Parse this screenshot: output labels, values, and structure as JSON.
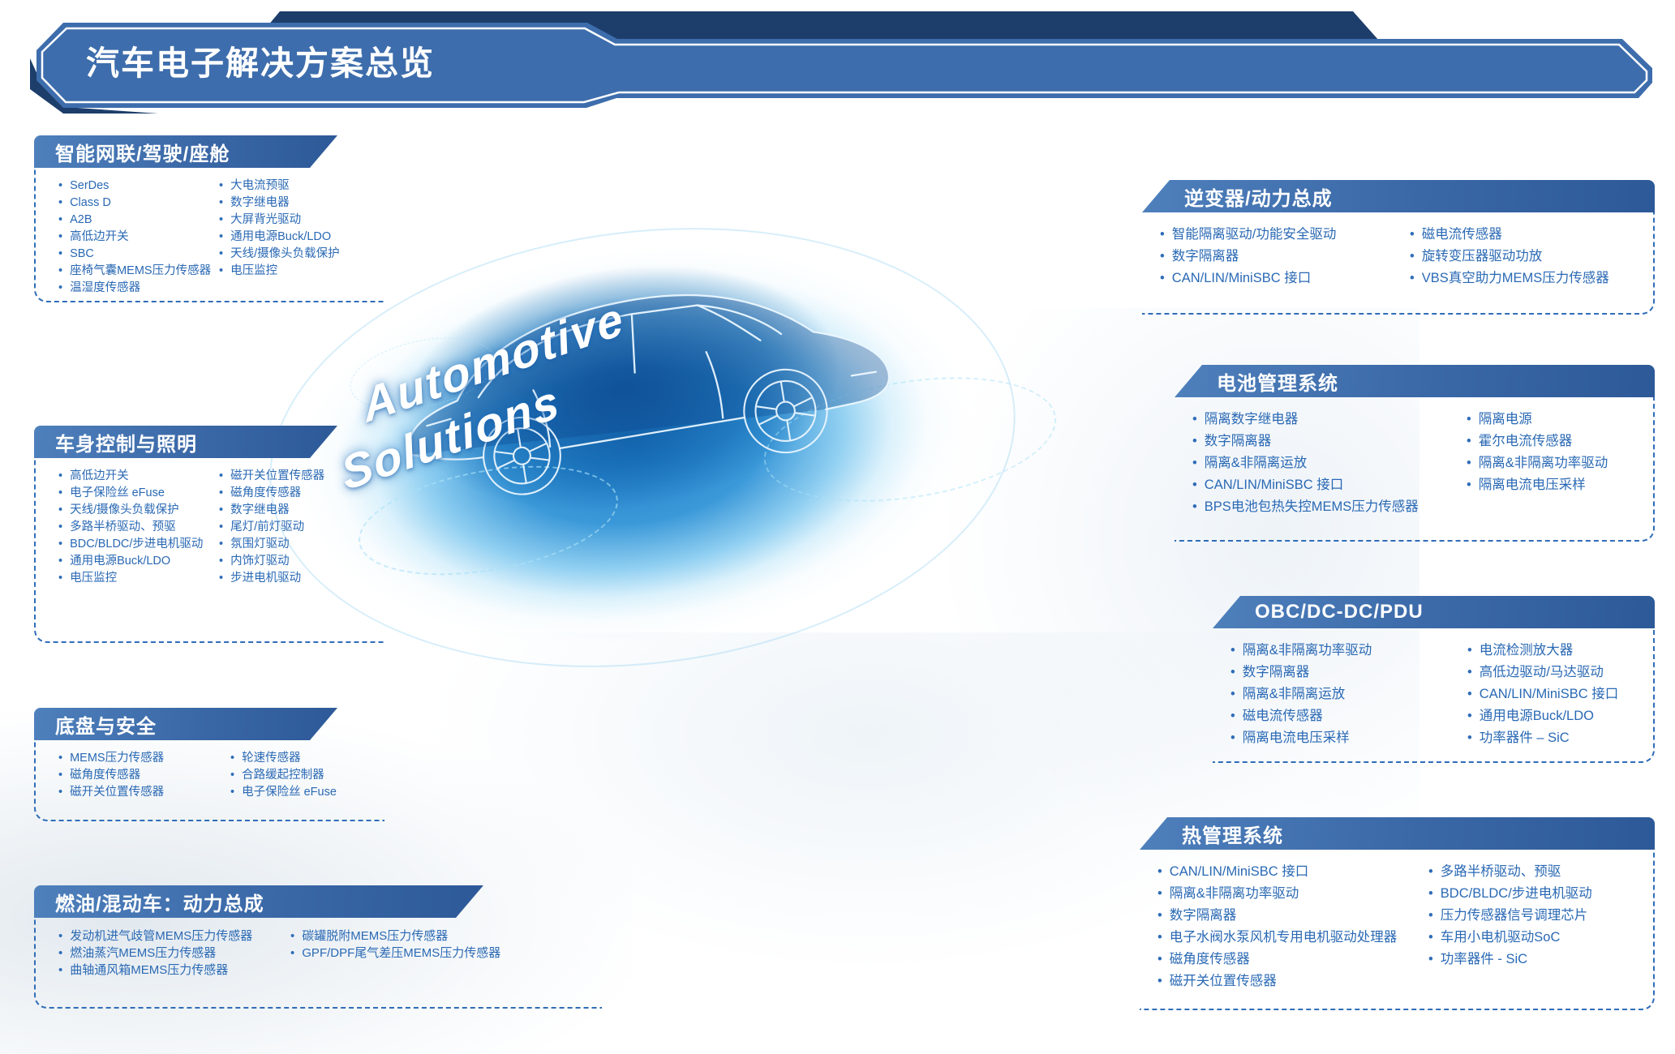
{
  "title": "汽车电子解决方案总览",
  "center": {
    "line1": "Automotive",
    "line2": "Solutions"
  },
  "colors": {
    "banner_blue": "#3d6dac",
    "banner_navy": "#1d3e6b",
    "header_gradient_start": "#4e80bc",
    "header_gradient_end": "#2d5998",
    "list_text": "#2a69b4",
    "dashed_border": "#2f6db8",
    "glow_blue": "#1987d2",
    "glow_deep": "#084a8c"
  },
  "panels": [
    {
      "title": "智能网联/驾驶/座舱",
      "col1": [
        "SerDes",
        "Class D",
        "A2B",
        "高低边开关",
        "SBC",
        "座椅气囊MEMS压力传感器",
        "温湿度传感器"
      ],
      "col2": [
        "大电流预驱",
        "数字继电器",
        "大屏背光驱动",
        "通用电源Buck/LDO",
        "天线/摄像头负载保护",
        "电压监控"
      ]
    },
    {
      "title": "车身控制与照明",
      "col1": [
        "高低边开关",
        "电子保险丝 eFuse",
        "天线/摄像头负载保护",
        "多路半桥驱动、预驱",
        "BDC/BLDC/步进电机驱动",
        "通用电源Buck/LDO",
        "电压监控"
      ],
      "col2": [
        "磁开关位置传感器",
        "磁角度传感器",
        "数字继电器",
        "尾灯/前灯驱动",
        "氛围灯驱动",
        "内饰灯驱动",
        "步进电机驱动"
      ]
    },
    {
      "title": "底盘与安全",
      "col1": [
        "MEMS压力传感器",
        "磁角度传感器",
        "磁开关位置传感器"
      ],
      "col2": [
        "轮速传感器",
        "合路缓起控制器",
        "电子保险丝 eFuse"
      ]
    },
    {
      "title": "燃油/混动车：动力总成",
      "col1": [
        "发动机进气歧管MEMS压力传感器",
        "燃油蒸汽MEMS压力传感器",
        "曲轴通风箱MEMS压力传感器"
      ],
      "col2": [
        "碳罐脱附MEMS压力传感器",
        "GPF/DPF尾气差压MEMS压力传感器"
      ]
    },
    {
      "title": "逆变器/动力总成",
      "col1": [
        "智能隔离驱动/功能安全驱动",
        "数字隔离器",
        "CAN/LIN/MiniSBC 接口"
      ],
      "col2": [
        "磁电流传感器",
        "旋转变压器驱动功放",
        "VBS真空助力MEMS压力传感器"
      ]
    },
    {
      "title": "电池管理系统",
      "col1": [
        "隔离数字继电器",
        "数字隔离器",
        "隔离&非隔离运放",
        "CAN/LIN/MiniSBC 接口",
        "BPS电池包热失控MEMS压力传感器"
      ],
      "col2": [
        "隔离电源",
        "霍尔电流传感器",
        "隔离&非隔离功率驱动",
        "隔离电流电压采样"
      ]
    },
    {
      "title": "OBC/DC-DC/PDU",
      "col1": [
        "隔离&非隔离功率驱动",
        "数字隔离器",
        "隔离&非隔离运放",
        "磁电流传感器",
        "隔离电流电压采样"
      ],
      "col2": [
        "电流检测放大器",
        "高低边驱动/马达驱动",
        "CAN/LIN/MiniSBC 接口",
        "通用电源Buck/LDO",
        "功率器件 – SiC"
      ]
    },
    {
      "title": "热管理系统",
      "col1": [
        "CAN/LIN/MiniSBC 接口",
        "隔离&非隔离功率驱动",
        "数字隔离器",
        "电子水阀水泵风机专用电机驱动处理器",
        "磁角度传感器",
        "磁开关位置传感器"
      ],
      "col2": [
        "多路半桥驱动、预驱",
        "BDC/BLDC/步进电机驱动",
        "压力传感器信号调理芯片",
        "车用小电机驱动SoC",
        "功率器件 - SiC"
      ]
    }
  ]
}
